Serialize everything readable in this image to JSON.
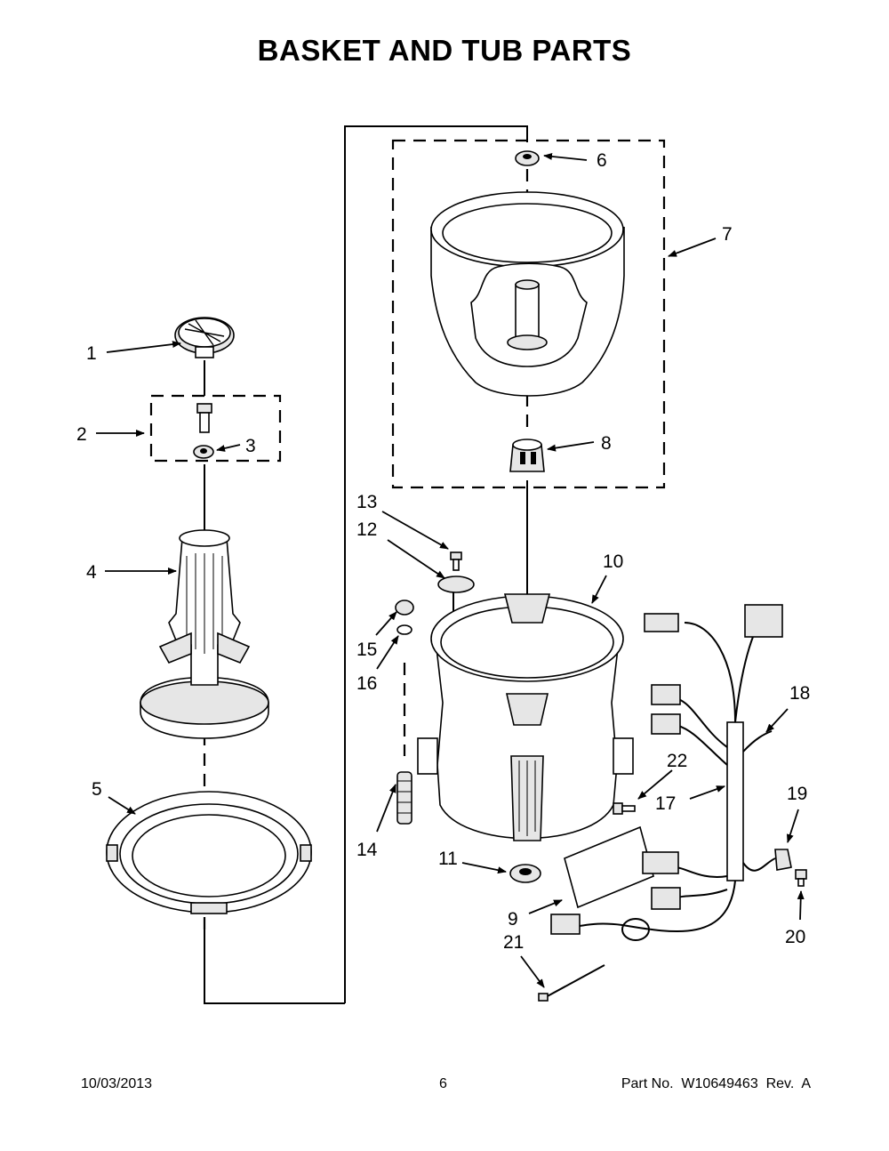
{
  "title": "BASKET AND TUB PARTS",
  "callouts": {
    "c1": "1",
    "c2": "2",
    "c3": "3",
    "c4": "4",
    "c5": "5",
    "c6": "6",
    "c7": "7",
    "c8": "8",
    "c9": "9",
    "c10": "10",
    "c11": "11",
    "c12": "12",
    "c13": "13",
    "c14": "14",
    "c15": "15",
    "c16": "16",
    "c17": "17",
    "c18": "18",
    "c19": "19",
    "c20": "20",
    "c21": "21",
    "c22": "22"
  },
  "footer": {
    "date": "10/03/2013",
    "page": "6",
    "part": "Part No.  W10649463  Rev.  A"
  }
}
